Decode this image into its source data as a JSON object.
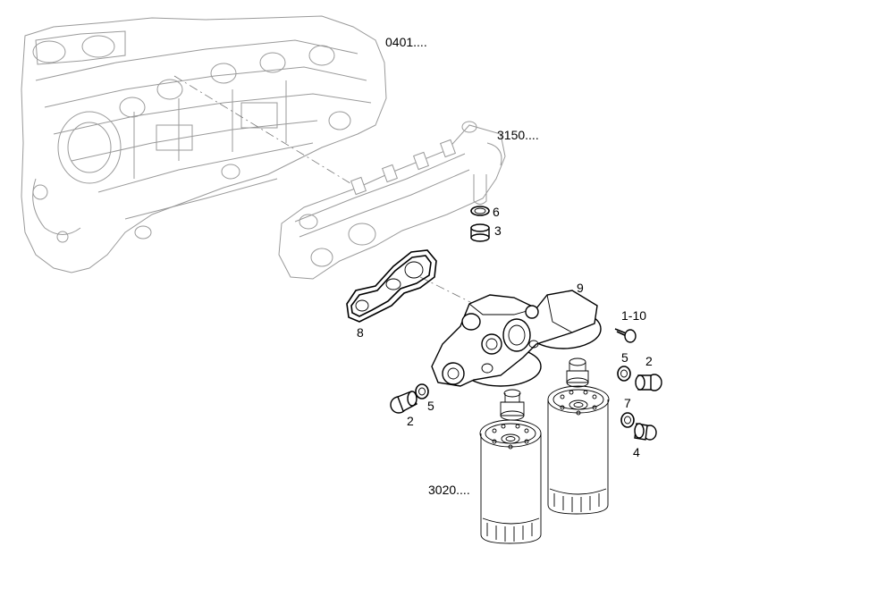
{
  "labels": {
    "ref_0401": "0401....",
    "ref_3150": "3150....",
    "ref_3020": "3020....",
    "part_6": "6",
    "part_3": "3",
    "part_9": "9",
    "part_8": "8",
    "part_1_10": "1-10",
    "part_5_right": "5",
    "part_2_right": "2",
    "part_7": "7",
    "part_4": "4",
    "part_2_left": "2",
    "part_5_left": "5"
  }
}
